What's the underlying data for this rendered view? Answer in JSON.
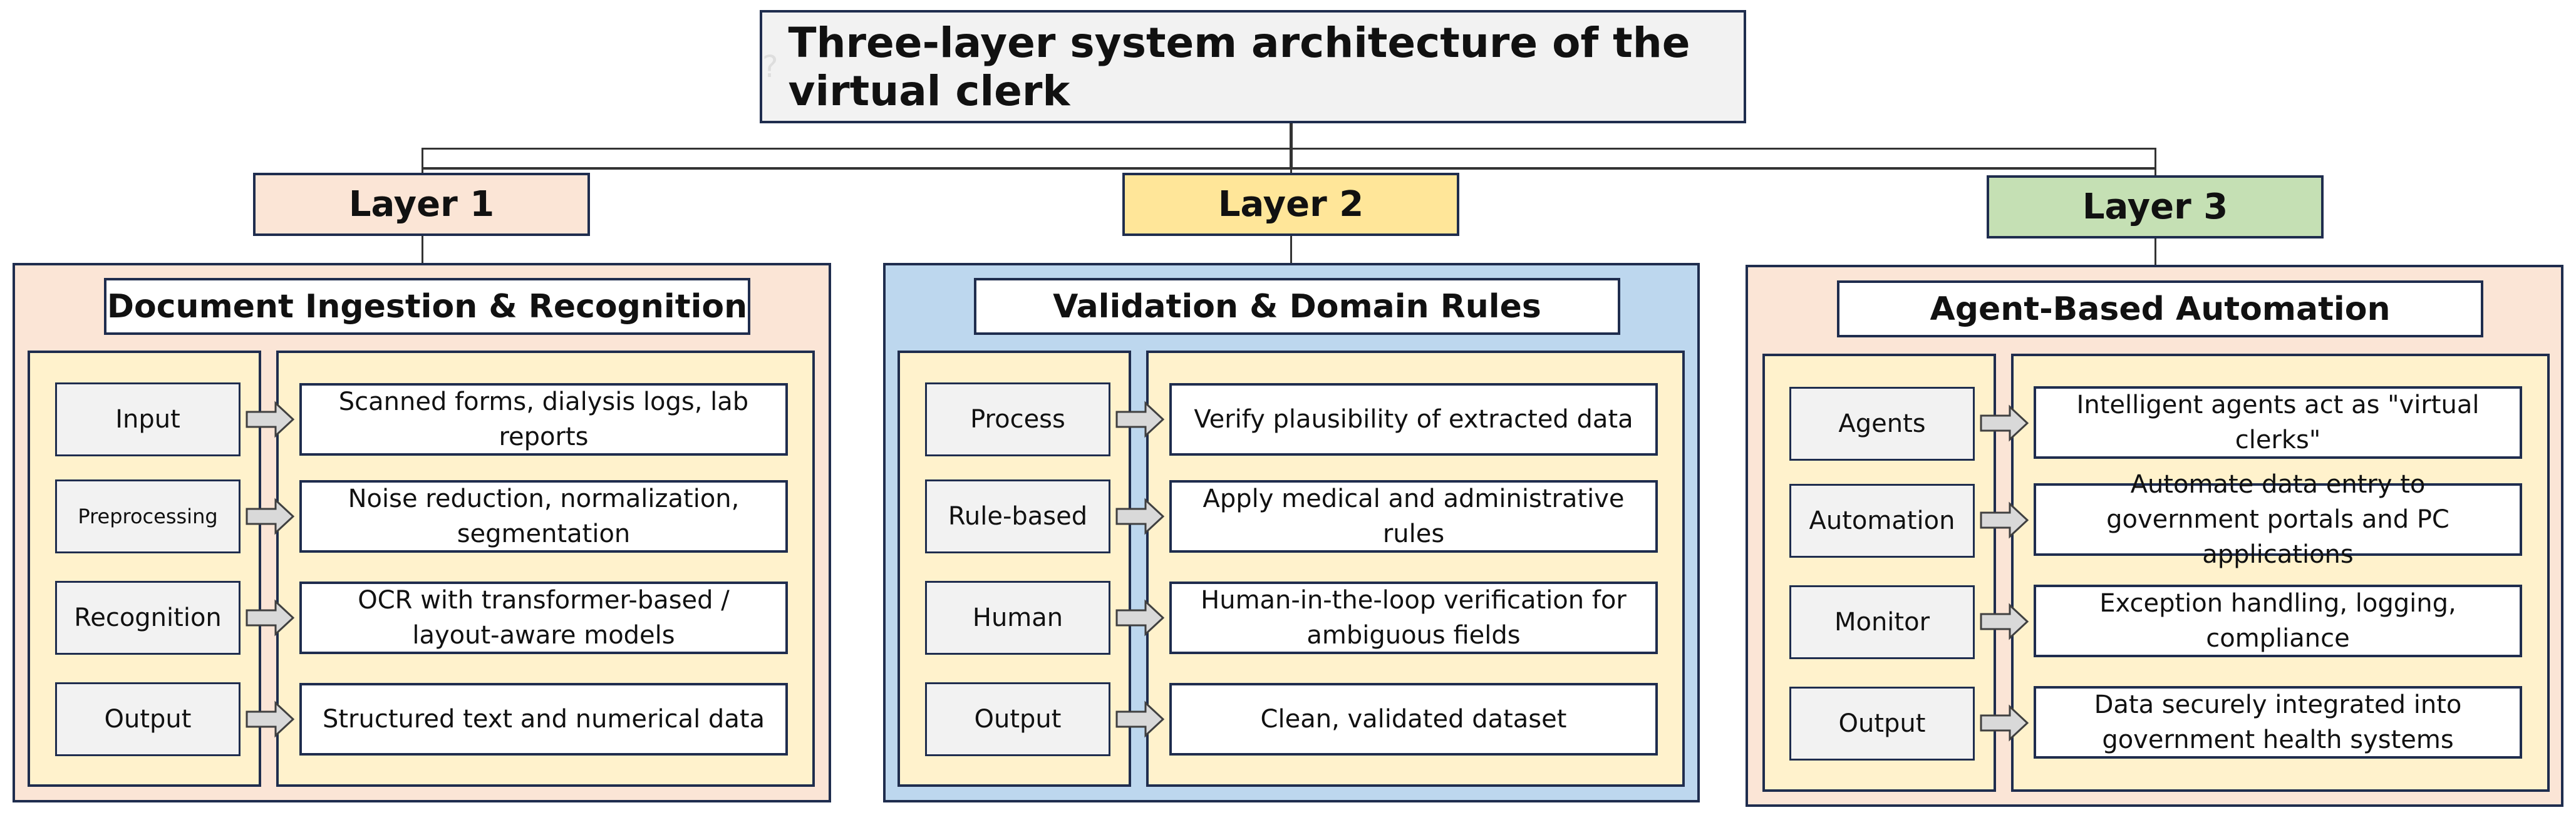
{
  "title": "Three-layer system architecture of the virtual clerk",
  "title_glyph": "?",
  "colors": {
    "border": "#1f2d4e",
    "layer1_fill": "#fbe5d6",
    "layer2_fill": "#ffe699",
    "layer3_fill": "#c5e0b4",
    "panel2_fill": "#bdd7ee",
    "column_fill": "#fff2cc",
    "category_fill": "#f2f2f2"
  },
  "layers": [
    {
      "label": "Layer 1",
      "heading": "Document Ingestion & Recognition",
      "rows": [
        {
          "category": "Input",
          "description": "Scanned forms, dialysis logs, lab reports"
        },
        {
          "category": "Preprocessing",
          "description": "Noise reduction, normalization, segmentation"
        },
        {
          "category": "Recognition",
          "description": "OCR with transformer-based / layout-aware models"
        },
        {
          "category": "Output",
          "description": "Structured text and numerical data"
        }
      ]
    },
    {
      "label": "Layer 2",
      "heading": "Validation & Domain Rules",
      "rows": [
        {
          "category": "Process",
          "description": "Verify plausibility of extracted data"
        },
        {
          "category": "Rule-based",
          "description": "Apply medical and administrative rules"
        },
        {
          "category": "Human",
          "description": "Human-in-the-loop verification for ambiguous fields"
        },
        {
          "category": "Output",
          "description": "Clean, validated dataset"
        }
      ]
    },
    {
      "label": "Layer 3",
      "heading": "Agent-Based Automation",
      "rows": [
        {
          "category": "Agents",
          "description": "Intelligent agents act as \"virtual clerks\""
        },
        {
          "category": "Automation",
          "description": "Automate data entry to government portals and PC applications"
        },
        {
          "category": "Monitor",
          "description": "Exception handling, logging, compliance"
        },
        {
          "category": "Output",
          "description": "Data securely integrated into government health systems"
        }
      ]
    }
  ]
}
